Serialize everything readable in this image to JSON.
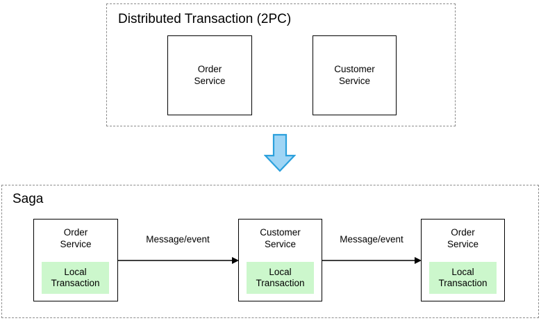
{
  "diagram": {
    "title_top": "Distributed Transaction (2PC)",
    "title_bottom": "Saga",
    "colors": {
      "group_border": "#8c8c8c",
      "box_border": "#000000",
      "local_txn_fill": "#ccf7cc",
      "big_arrow_fill": "#9fd5f5",
      "big_arrow_stroke": "#2ba0dc",
      "background": "#ffffff",
      "text": "#000000"
    }
  },
  "two_pc": {
    "title": "Distributed Transaction (2PC)",
    "services": [
      {
        "name": "Order\nService"
      },
      {
        "name": "Customer\nService"
      }
    ]
  },
  "transition": {
    "icon": "down-arrow-icon"
  },
  "saga": {
    "title": "Saga",
    "services": [
      {
        "name": "Order\nService",
        "local_transaction": "Local\nTransaction"
      },
      {
        "name": "Customer\nService",
        "local_transaction": "Local\nTransaction"
      },
      {
        "name": "Order\nService",
        "local_transaction": "Local\nTransaction"
      }
    ],
    "arrows": [
      {
        "label": "Message/event"
      },
      {
        "label": "Message/event"
      }
    ]
  }
}
